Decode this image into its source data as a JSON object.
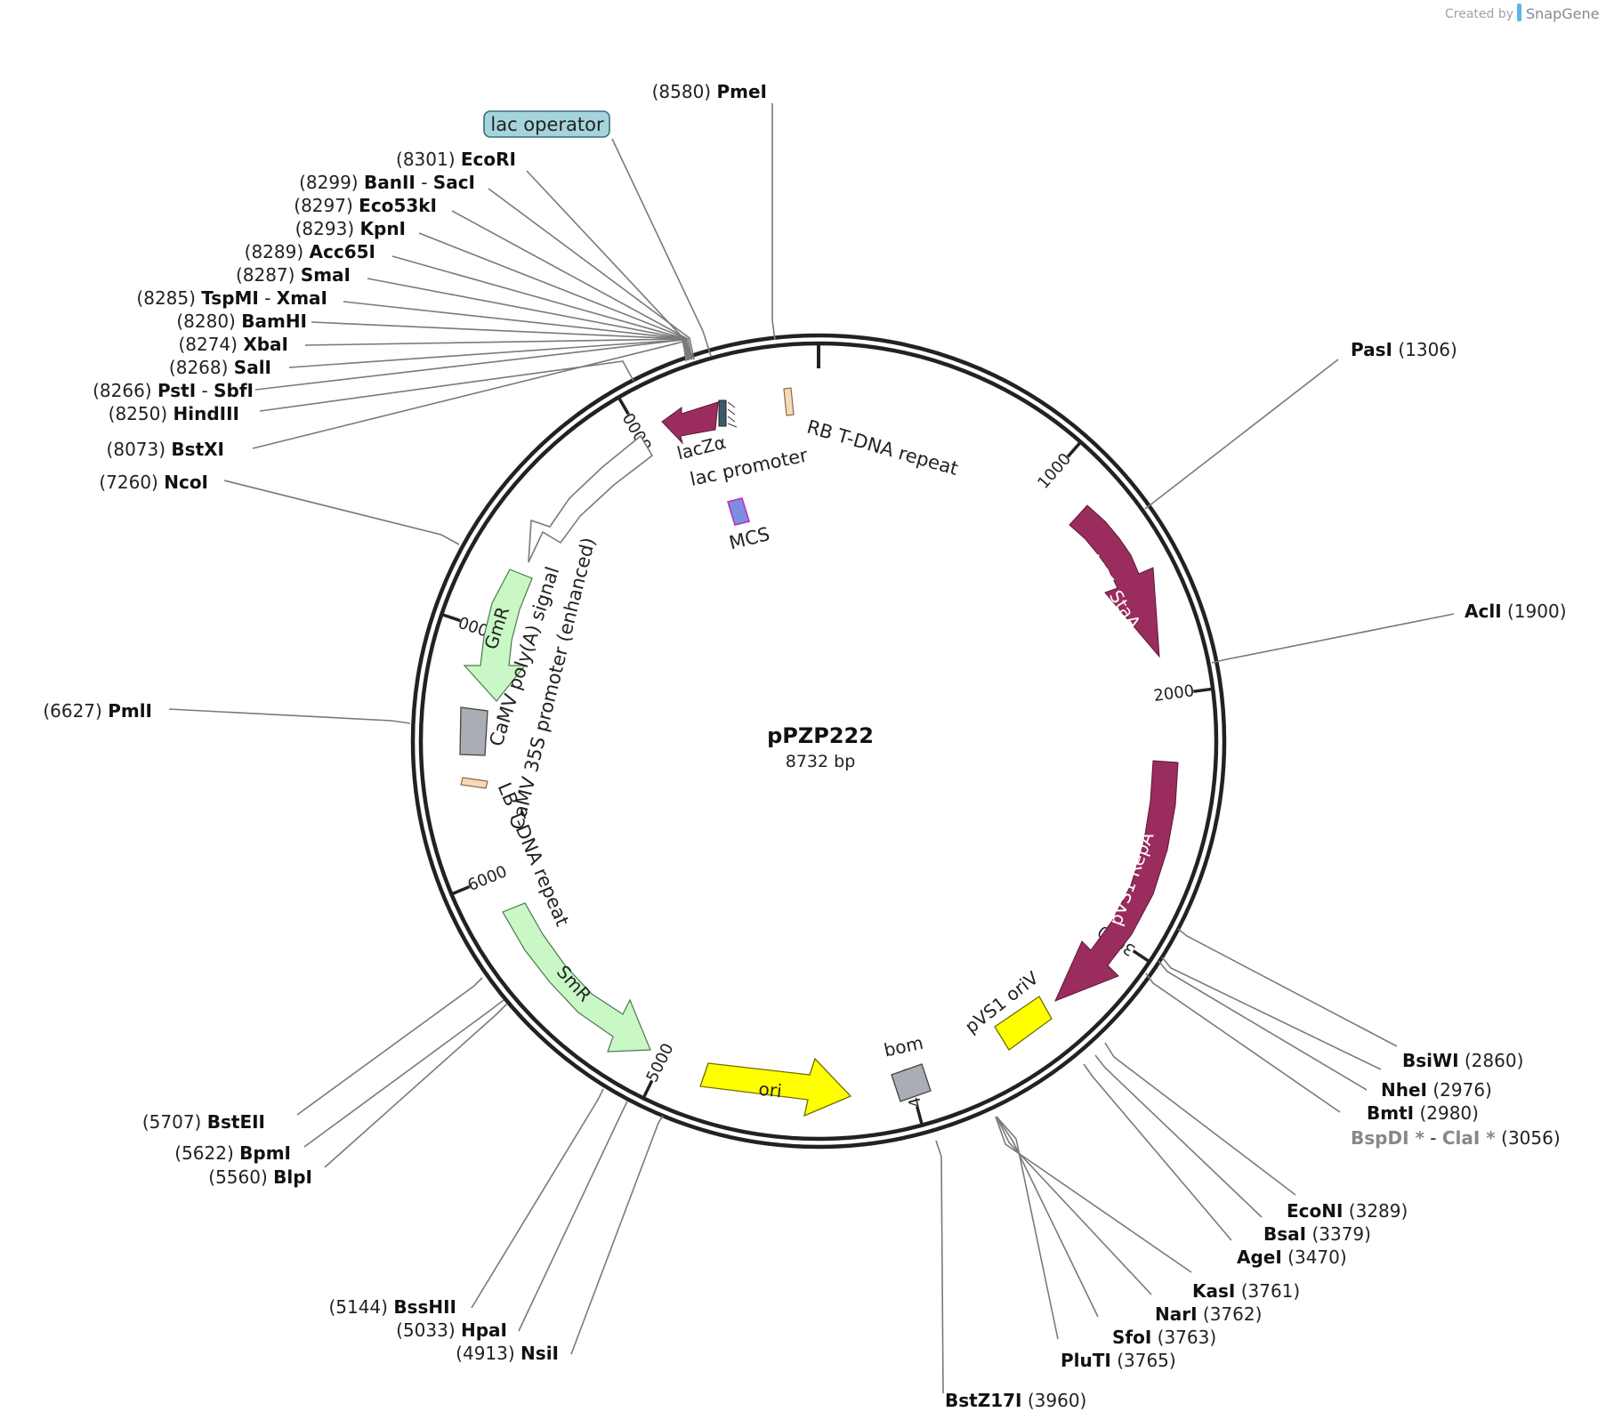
{
  "credit": {
    "created_by": "Created by",
    "brand": "SnapGene"
  },
  "plasmid": {
    "name": "pPZP222",
    "size_label": "8732 bp",
    "length": 8732
  },
  "colors": {
    "backbone": "#222222",
    "stata": "#9b2c5e",
    "gmr_smr": "#c9f7c6",
    "ori": "#ffff00",
    "grey_box": "#a9adb4",
    "tdna": "#f5d9b8",
    "lac_operator": "#a6d4dc",
    "mcs": "#7b8fe0"
  },
  "ticks": [
    {
      "pos": 1000,
      "label": "1000"
    },
    {
      "pos": 2000,
      "label": "2000"
    },
    {
      "pos": 3000,
      "label": "3000"
    },
    {
      "pos": 4000,
      "label": "4000"
    },
    {
      "pos": 5000,
      "label": "5000"
    },
    {
      "pos": 6000,
      "label": "6000"
    },
    {
      "pos": 7000,
      "label": "7000"
    },
    {
      "pos": 8000,
      "label": "8000"
    }
  ],
  "features": {
    "lac_operator": "lac operator",
    "lacza": "lacZα",
    "lac_promoter": "lac promoter",
    "mcs": "MCS",
    "rb_tdna": "RB T-DNA repeat",
    "pvs1_stata": "pVS1 StaA",
    "pvs1_repa": "pVS1 RepA",
    "pvs1_oriv": "pVS1 oriV",
    "bom": "bom",
    "ori": "ori",
    "smr": "SmR",
    "lb_tdna": "LB T-DNA repeat",
    "camv_35s": "CaMV 35S promoter (enhanced)",
    "camv_polya": "CaMV poly(A) signal",
    "gmr": "GmR"
  },
  "enzymes": [
    {
      "name": "PmeI",
      "pos": "(8580)"
    },
    {
      "name": "EcoRI",
      "pos": "(8301)"
    },
    {
      "name": "BanII",
      "name2": "SacI",
      "pos": "(8299)"
    },
    {
      "name": "Eco53kI",
      "pos": "(8297)"
    },
    {
      "name": "KpnI",
      "pos": "(8293)"
    },
    {
      "name": "Acc65I",
      "pos": "(8289)"
    },
    {
      "name": "SmaI",
      "pos": "(8287)"
    },
    {
      "name": "TspMI",
      "name2": "XmaI",
      "pos": "(8285)"
    },
    {
      "name": "BamHI",
      "pos": "(8280)"
    },
    {
      "name": "XbaI",
      "pos": "(8274)"
    },
    {
      "name": "SalI",
      "pos": "(8268)"
    },
    {
      "name": "PstI",
      "name2": "SbfI",
      "pos": "(8266)"
    },
    {
      "name": "HindIII",
      "pos": "(8250)"
    },
    {
      "name": "BstXI",
      "pos": "(8073)"
    },
    {
      "name": "NcoI",
      "pos": "(7260)"
    },
    {
      "name": "PmlI",
      "pos": "(6627)"
    },
    {
      "name": "BstEII",
      "pos": "(5707)"
    },
    {
      "name": "BpmI",
      "pos": "(5622)"
    },
    {
      "name": "BlpI",
      "pos": "(5560)"
    },
    {
      "name": "BssHII",
      "pos": "(5144)"
    },
    {
      "name": "HpaI",
      "pos": "(5033)"
    },
    {
      "name": "NsiI",
      "pos": "(4913)"
    },
    {
      "name": "BstZ17I",
      "pos": "(3960)"
    },
    {
      "name": "PluTI",
      "pos": "(3765)"
    },
    {
      "name": "SfoI",
      "pos": "(3763)"
    },
    {
      "name": "NarI",
      "pos": "(3762)"
    },
    {
      "name": "KasI",
      "pos": "(3761)"
    },
    {
      "name": "AgeI",
      "pos": "(3470)"
    },
    {
      "name": "BsaI",
      "pos": "(3379)"
    },
    {
      "name": "EcoNI",
      "pos": "(3289)"
    },
    {
      "name": "BspDI *",
      "name2": "ClaI *",
      "pos": "(3056)"
    },
    {
      "name": "BmtI",
      "pos": "(2980)"
    },
    {
      "name": "NheI",
      "pos": "(2976)"
    },
    {
      "name": "BsiWI",
      "pos": "(2860)"
    },
    {
      "name": "AclI",
      "pos": "(1900)"
    },
    {
      "name": "PasI",
      "pos": "(1306)"
    }
  ]
}
